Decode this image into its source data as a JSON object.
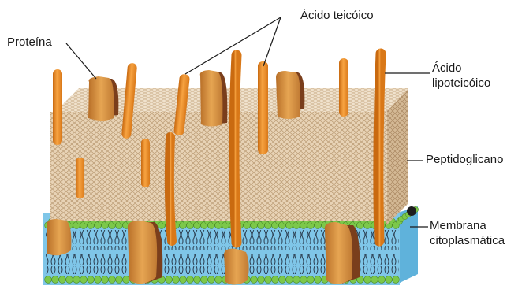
{
  "labels": {
    "proteina": "Proteína",
    "acido_teicoico": "Ácido teicóico",
    "acido_lipoteicoico_1": "Ácido",
    "acido_lipoteicoico_2": "lipoteicóico",
    "peptidoglicano": "Peptidoglicano",
    "membrana_1": "Membrana",
    "membrana_2": "citoplasmática"
  },
  "colors": {
    "peptidoglycan": "#e8d3b6",
    "peptidoglycan_side": "#d4b995",
    "peptidoglycan_top": "#f0e2cd",
    "membrane_fluid": "#7fc6e8",
    "lipid_head": "#7cc84a",
    "lipid_tail": "#2b3d4f",
    "teichoic_acid": "#f08c1e",
    "protein": "#d98e3a",
    "protein_dark": "#7a3e1c"
  }
}
